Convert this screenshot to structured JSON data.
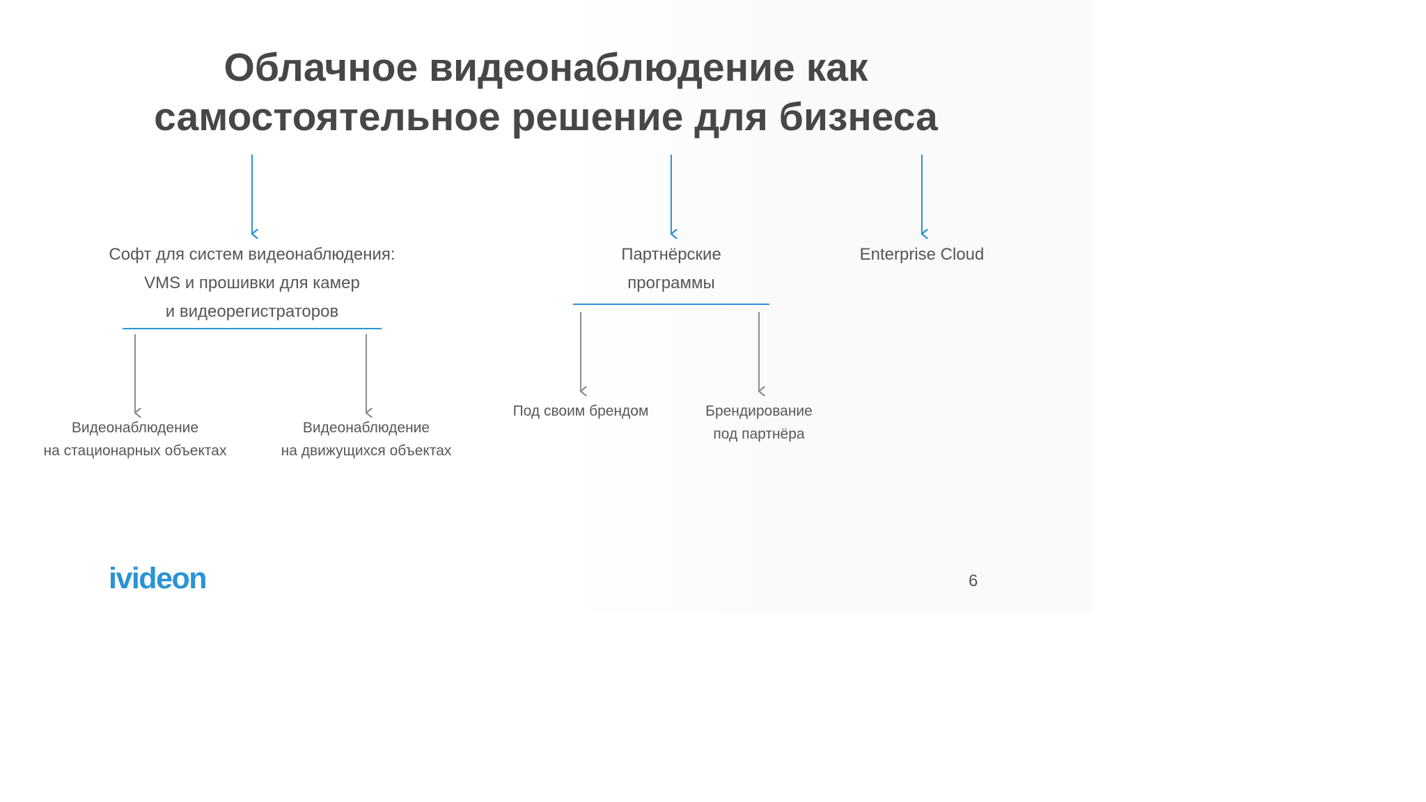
{
  "slide": {
    "title_lines": [
      "Облачное видеонаблюдение как",
      "самостоятельное решение для бизнеса"
    ],
    "colors": {
      "accent_blue": "#2a93d5",
      "connector_gray": "#8c8c8c",
      "title_text": "#474747",
      "body_text": "#555555"
    },
    "branches": [
      {
        "lines": [
          "Софт для систем видеонаблюдения:",
          "VMS и прошивки для камер",
          "и видеорегистраторов"
        ],
        "children": [
          {
            "lines": [
              "Видеонаблюдение",
              "на стационарных объектах"
            ]
          },
          {
            "lines": [
              "Видеонаблюдение",
              "на движущихся объектах"
            ]
          }
        ]
      },
      {
        "lines": [
          "Партнёрские",
          "программы"
        ],
        "children": [
          {
            "lines": [
              "Под своим брендом"
            ]
          },
          {
            "lines": [
              "Брендирование",
              "под партнёра"
            ]
          }
        ]
      },
      {
        "lines": [
          "Enterprise Cloud"
        ],
        "children": []
      }
    ],
    "logo_text": "ivideon",
    "page_number": "6"
  }
}
